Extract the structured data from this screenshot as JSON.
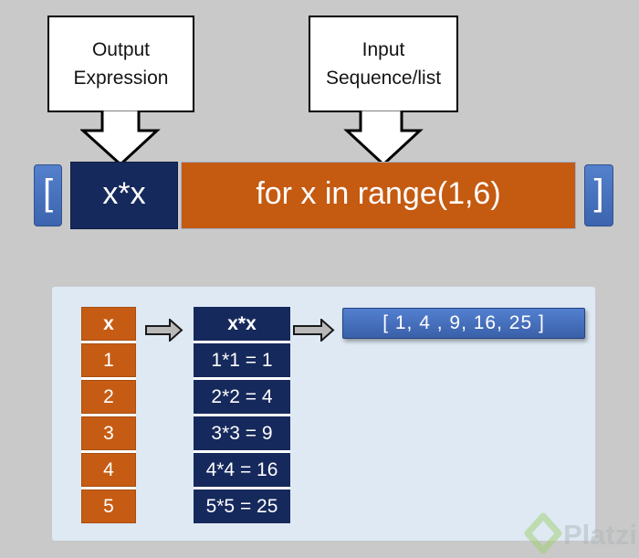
{
  "callouts": {
    "output": {
      "line1": "Output",
      "line2": "Expression"
    },
    "input": {
      "line1": "Input",
      "line2": "Sequence/list"
    }
  },
  "code_bar": {
    "open_bracket": "[",
    "expression": "x*x",
    "for_clause": "for x in range(1,6)",
    "close_bracket": "]"
  },
  "panel": {
    "table": {
      "x_header": "x",
      "x_values": [
        "1",
        "2",
        "3",
        "4",
        "5"
      ],
      "xx_header": "x*x",
      "xx_values": [
        "1*1 = 1",
        "2*2 = 4",
        "3*3 = 9",
        "4*4 = 16",
        "5*5 = 25"
      ]
    },
    "result": "[ 1, 4 , 9, 16, 25 ]"
  },
  "watermark": {
    "brand": "Platzi"
  },
  "colors": {
    "background": "#c9c9c9",
    "panel_bg": "#dee9f4",
    "orange": "#c55a11",
    "navy": "#16295c",
    "accent_blue": "#4472c4"
  }
}
